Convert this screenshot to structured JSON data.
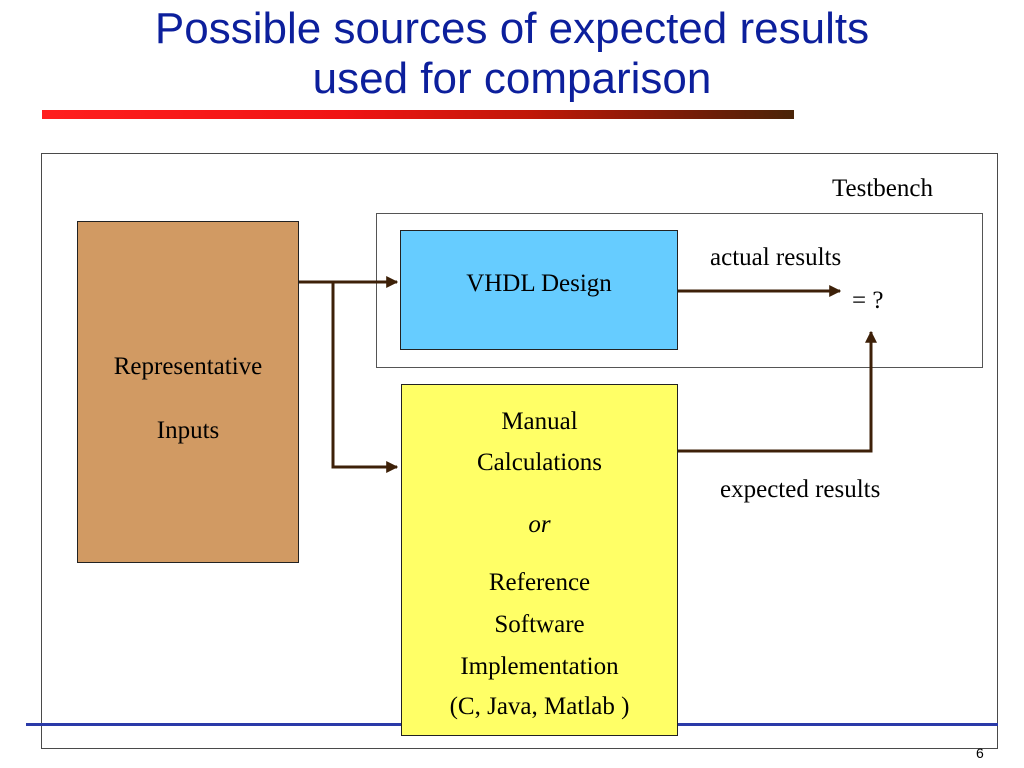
{
  "slide": {
    "title_line1": "Possible sources of expected results",
    "title_line2": "used for comparison",
    "page_number": "6"
  },
  "diagram": {
    "testbench_label": "Testbench",
    "inputs_box": {
      "line1": "Representative",
      "line2": "Inputs"
    },
    "design_box": {
      "label": "VHDL Design"
    },
    "reference_box": {
      "line1": "Manual",
      "line2": "Calculations",
      "or": "or",
      "line3": "Reference",
      "line4": "Software",
      "line5": "Implementation",
      "line6": "(C, Java, Matlab )"
    },
    "actual_results_label": "actual results",
    "comparison_label": "=  ?",
    "expected_results_label": "expected results"
  },
  "colors": {
    "title": "#0c1f9c",
    "inputs_fill": "#d19a63",
    "design_fill": "#66ccff",
    "reference_fill": "#ffff66",
    "arrow": "#3d2008"
  }
}
